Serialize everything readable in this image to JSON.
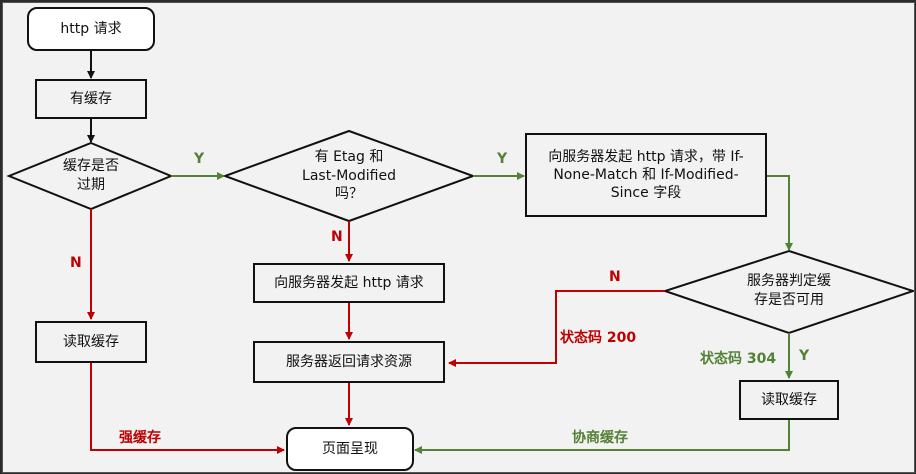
{
  "nodes": {
    "start": "http 请求",
    "has_cache": "有缓存",
    "cache_expired_l1": "缓存是否",
    "cache_expired_l2": "过期",
    "has_etag_l1": "有 Etag 和",
    "has_etag_l2": "Last-Modified",
    "has_etag_l3": "吗？",
    "request_with_headers_l1": "向服务器发起 http 请求，带 If-",
    "request_with_headers_l2": "None-Match 和 If-Modified-",
    "request_with_headers_l3": "Since 字段",
    "server_judge_l1": "服务器判定缓",
    "server_judge_l2": "存是否可用",
    "read_cache_left": "读取缓存",
    "send_request": "向服务器发起 http 请求",
    "server_return": "服务器返回请求资源",
    "read_cache_right": "读取缓存",
    "page_render": "页面呈现"
  },
  "labels": {
    "y1": "Y",
    "y2": "Y",
    "n_left": "N",
    "n_mid": "N",
    "n_right": "N",
    "status_200": "状态码 200",
    "status_304": "状态码 304",
    "y_bottom": "Y",
    "strong_cache": "强缓存",
    "negotiate_cache": "协商缓存"
  },
  "colors": {
    "black": "#111111",
    "red": "#c00000",
    "green": "#538135"
  }
}
